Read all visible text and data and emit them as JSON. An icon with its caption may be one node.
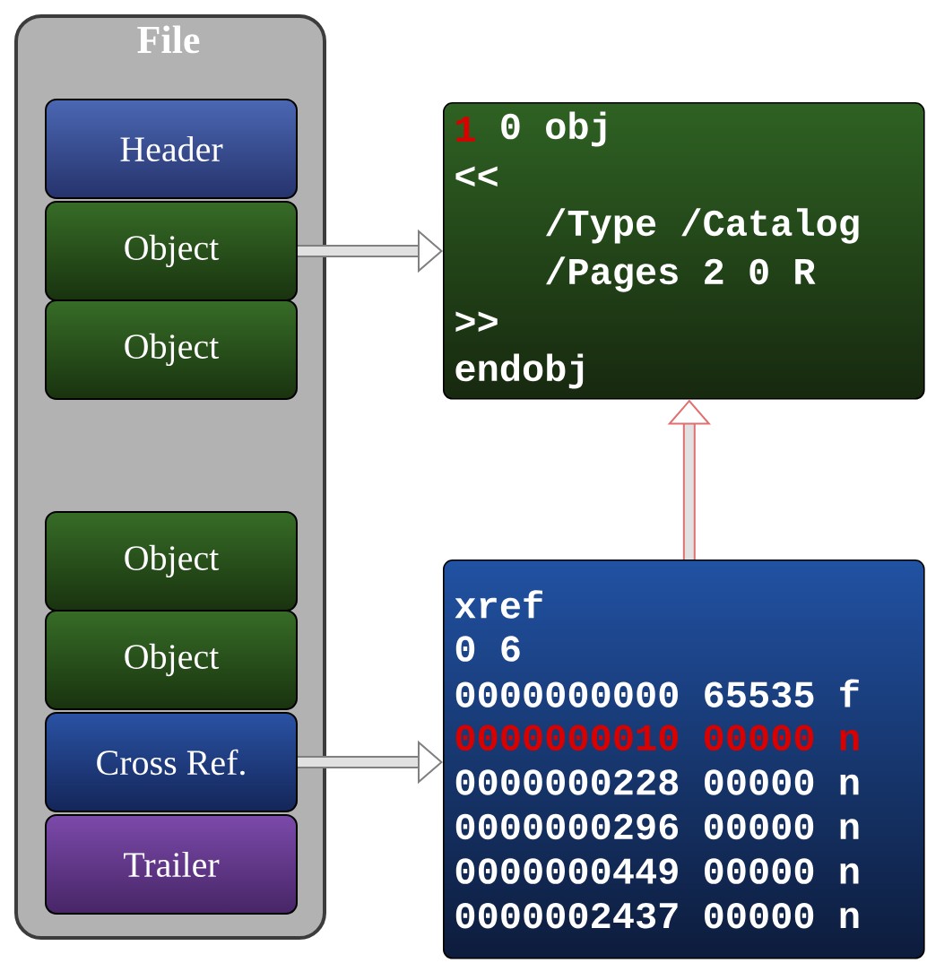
{
  "diagram": {
    "nodes": [
      {
        "text": [
          "File"
        ]
      },
      {
        "text": [
          "Header"
        ],
        "in": 0
      },
      {
        "text": [
          "Object"
        ],
        "in": 0
      },
      {
        "text": [
          "Object"
        ],
        "in": 0
      },
      {
        "text": [
          "Object"
        ],
        "in": 0
      },
      {
        "text": [
          "Object"
        ],
        "in": 0
      },
      {
        "text": [
          "Cross Ref."
        ],
        "in": 0
      },
      {
        "text": [
          "Trailer"
        ],
        "in": 0
      },
      {
        "text": [
          "1",
          "0 obj",
          "<<",
          "/Type /Catalog",
          "/Pages 2 0 R",
          ">>",
          "endobj"
        ]
      },
      {
        "text": [
          "xref",
          "0 6",
          "0000000000 65535 f",
          "0000000010 00000 n",
          "0000000228 00000 n",
          "0000000296 00000 n",
          "0000000449 00000 n",
          "0000002437 00000 n"
        ]
      }
    ],
    "edges": [
      {
        "from": 2,
        "to": 8,
        "arrow": "to"
      },
      {
        "from": 6,
        "to": 9,
        "arrow": "to"
      },
      {
        "from": 9,
        "to": 8,
        "arrow": "to",
        "color": "#e07070"
      }
    ]
  }
}
